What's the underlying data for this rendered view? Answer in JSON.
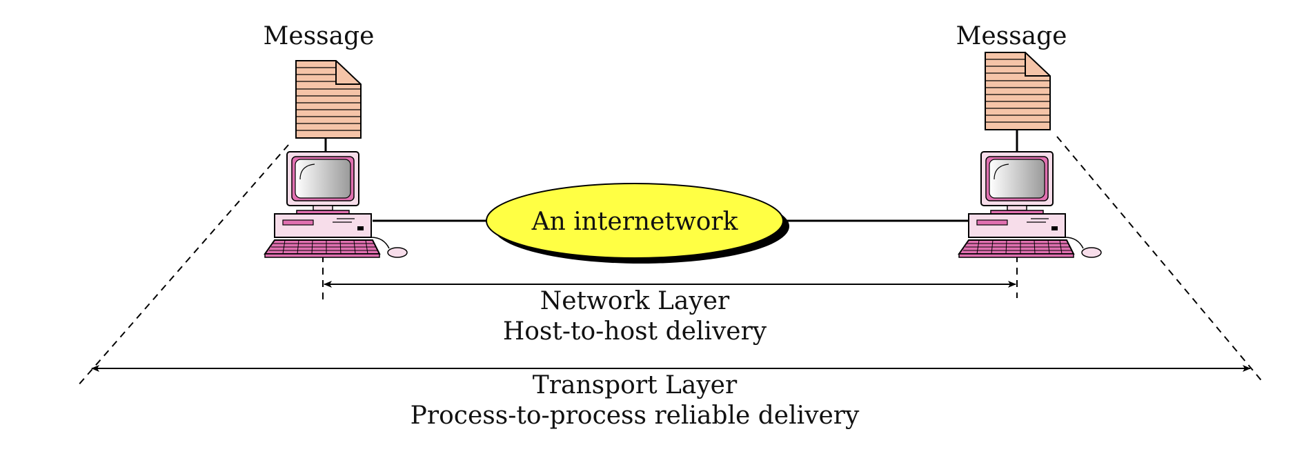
{
  "left_host": {
    "label": "Message"
  },
  "right_host": {
    "label": "Message"
  },
  "cloud": {
    "label": "An internetwork"
  },
  "network_layer": {
    "title": "Network Layer",
    "subtitle": "Host-to-host delivery"
  },
  "transport_layer": {
    "title": "Transport Layer",
    "subtitle": "Process-to-process reliable delivery"
  },
  "colors": {
    "document_fill": "#F5C4A8",
    "computer_fill": "#F7DDEA",
    "computer_accent": "#E070B0",
    "cloud_fill": "#FFFF44",
    "line": "#000000"
  }
}
